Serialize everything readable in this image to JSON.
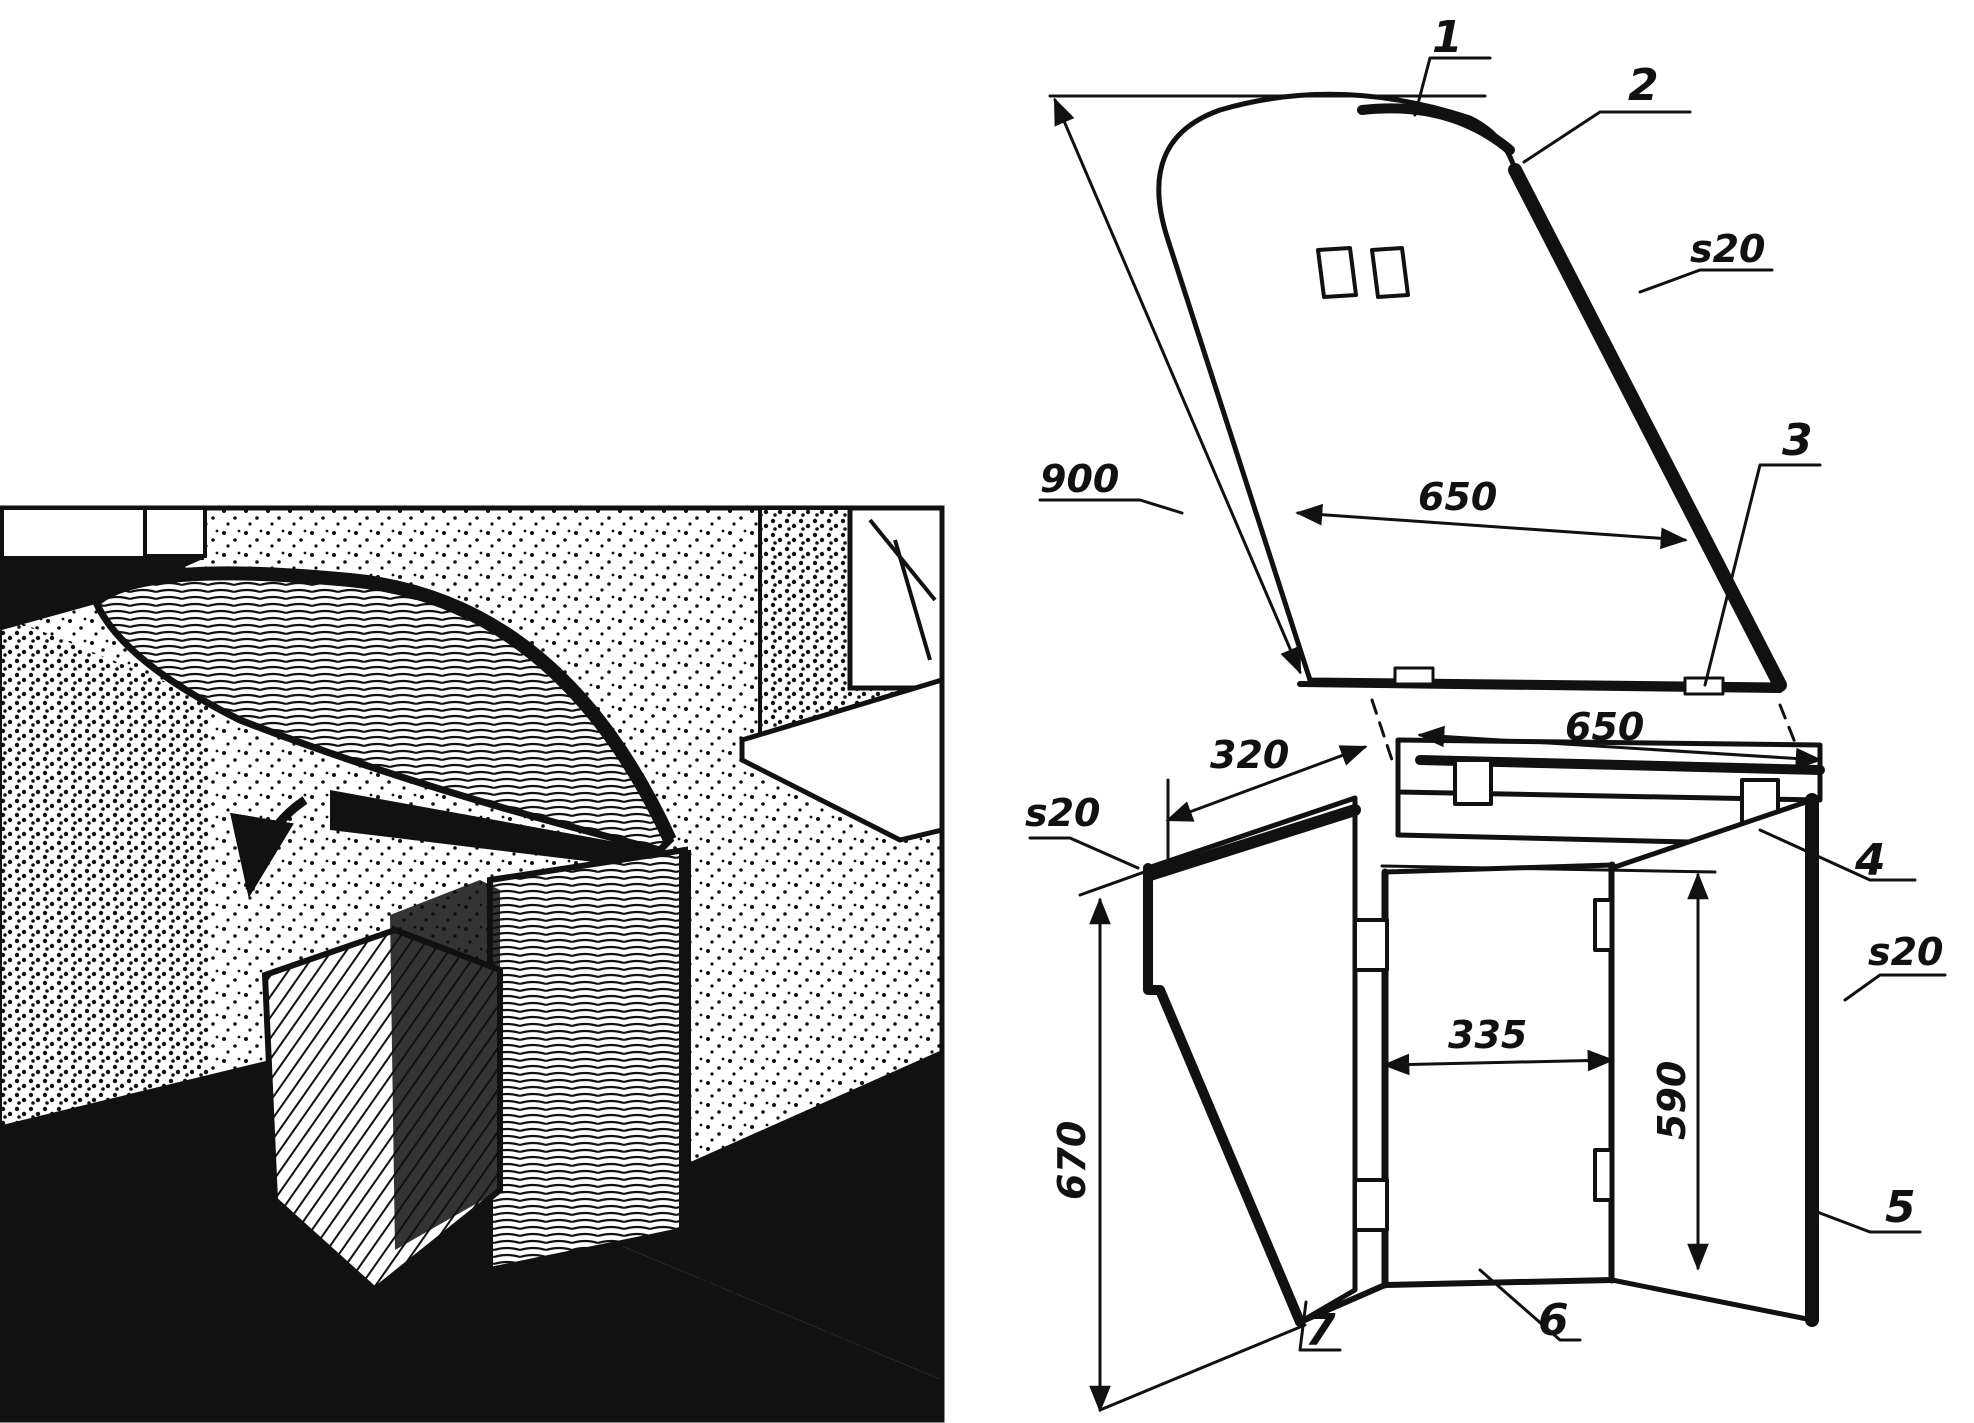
{
  "colors": {
    "ink": "#111111",
    "paper": "#ffffff"
  },
  "illustration": {
    "subject": "fold-down corner table with cabinet"
  },
  "callouts": {
    "c1": "1",
    "c2": "2",
    "c3": "3",
    "c4": "4",
    "c5": "5",
    "c6": "6",
    "c7": "7"
  },
  "dimensions": {
    "top_length": "900",
    "top_width": "650",
    "top_thickness": "s20",
    "cabinet_width": "650",
    "side_depth": "320",
    "side_thickness_left": "s20",
    "side_thickness_right": "s20",
    "total_height": "670",
    "inner_height": "590",
    "door_width": "335"
  }
}
